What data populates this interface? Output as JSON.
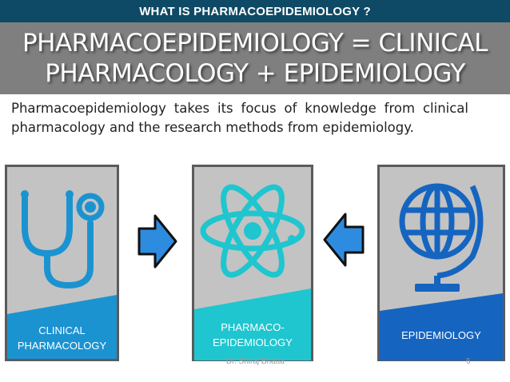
{
  "header": {
    "question": "WHAT IS PHARMACOEPIDEMIOLOGY ?",
    "title_line1": "PHARMACOEPIDEMIOLOGY = CLINICAL",
    "title_line2": "PHARMACOLOGY + EPIDEMIOLOGY"
  },
  "description": "Pharmacoepidemiology takes its focus of knowledge from clinical pharmacology and the research methods from epidemiology.",
  "cards": {
    "left": {
      "label_line1": "CLINICAL",
      "label_line2": "PHARMACOLOGY",
      "icon": "stethoscope-icon"
    },
    "center": {
      "label_line1": "PHARMACO-",
      "label_line2": "EPIDEMIOLOGY",
      "icon": "atom-icon"
    },
    "right": {
      "label_line1": "EPIDEMIOLOGY",
      "icon": "globe-icon"
    }
  },
  "colors": {
    "header_bar": "#0e4a66",
    "title_bar": "#7f7f7f",
    "clinical_blue": "#1b93d1",
    "atom_teal": "#1fc6cf",
    "globe_blue": "#1565c0",
    "arrow_blue": "#2e8ce0"
  },
  "footer": {
    "author": "Dr. Shiraj Bhatta",
    "page_number": "6"
  }
}
